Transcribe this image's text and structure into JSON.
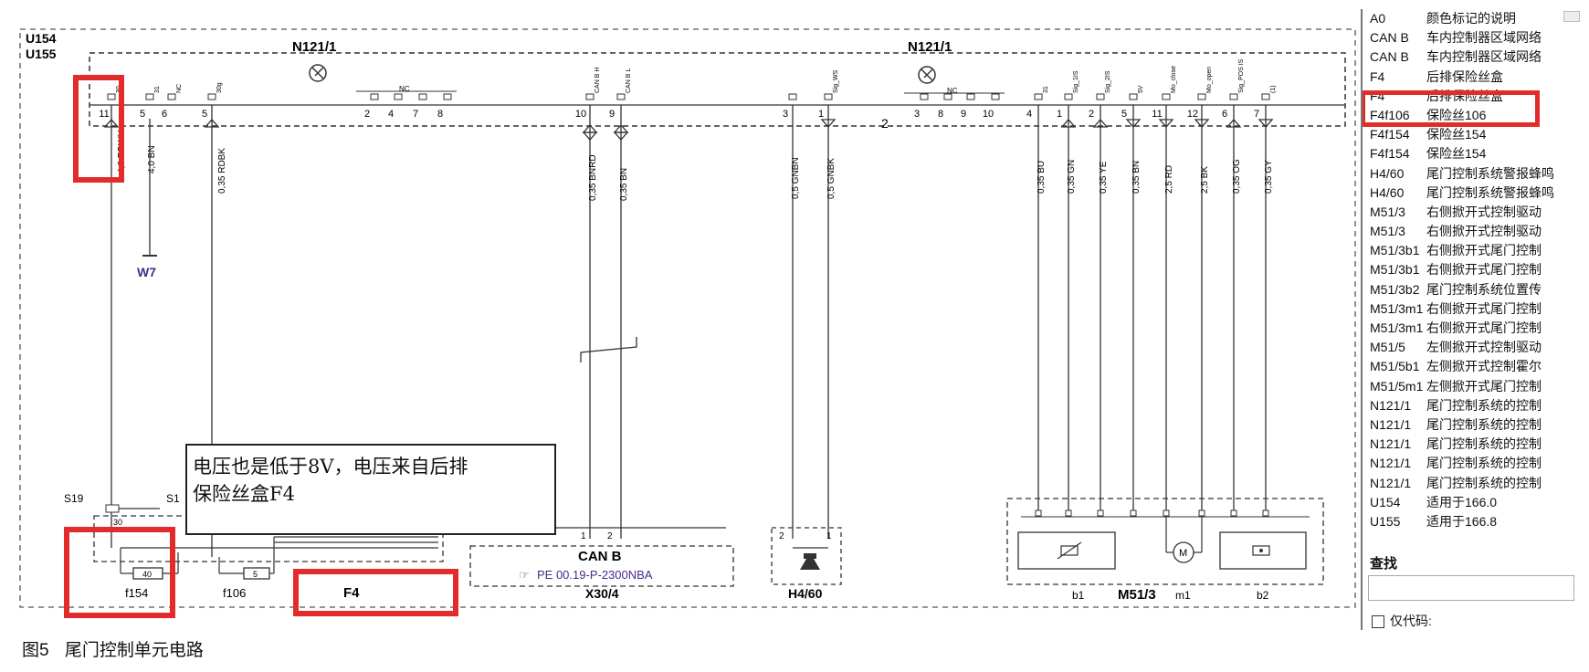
{
  "diagram": {
    "model_codes": [
      "U154",
      "U155"
    ],
    "modules": [
      {
        "id": "N121/1",
        "label": "N121/1"
      },
      {
        "id": "N121/1b",
        "label": "N121/1"
      }
    ],
    "left_pins": [
      {
        "pin": "11",
        "signal": "30",
        "wire": "4,0 RDWH"
      },
      {
        "pin": "5",
        "signal": "31",
        "wire": "4,0 BN"
      },
      {
        "pin": "6",
        "signal": "NC",
        "wire": ""
      },
      {
        "pin": "5",
        "signal": "30g",
        "wire": "0,35 RDBK"
      }
    ],
    "nc_pins_left": [
      "2",
      "4",
      "7",
      "8"
    ],
    "nc_label": "NC",
    "can_pins": [
      {
        "pin": "10",
        "signal": "CAN B H",
        "wire": "0,35 BNRD"
      },
      {
        "pin": "9",
        "signal": "CAN B L",
        "wire": "0,35 BN"
      }
    ],
    "h460_pins": [
      {
        "pin": "3",
        "signal": "",
        "wire": "0,5 GNBN"
      },
      {
        "pin": "1",
        "signal": "Sig_WS",
        "wire": "0,5 GNBK"
      }
    ],
    "connector_2_label": "2",
    "nc_pins_right": [
      "3",
      "8",
      "9",
      "10"
    ],
    "right_pins": [
      {
        "pin": "4",
        "signal": "31",
        "wire": "0,35 BU"
      },
      {
        "pin": "1",
        "signal": "Sig_1IS",
        "wire": "0,35 GN"
      },
      {
        "pin": "2",
        "signal": "Sig_2IS",
        "wire": "0,35 YE"
      },
      {
        "pin": "5",
        "signal": "5V",
        "wire": "0,35 BN"
      },
      {
        "pin": "11",
        "signal": "Mo_close",
        "wire": "2,5 RD"
      },
      {
        "pin": "12",
        "signal": "Mo_open",
        "wire": "2,5 BK"
      },
      {
        "pin": "6",
        "signal": "Sig_POS IS",
        "wire": "0,35 OG"
      },
      {
        "pin": "7",
        "signal": "(1)",
        "wire": "0,35 GY"
      }
    ],
    "ground_label": "W7",
    "splices": [
      "S19",
      "S1"
    ],
    "fuse_box_pin": "30",
    "fuses": [
      {
        "name": "f154",
        "rating": "40"
      },
      {
        "name": "f106",
        "rating": "5"
      }
    ],
    "fuse_box_label": "F4",
    "can_connector": {
      "title": "CAN B",
      "ref": "PE 00.19-P-2300NBA",
      "name": "X30/4",
      "pins": [
        "1",
        "2"
      ]
    },
    "h460_component": {
      "name": "H4/60",
      "pins": [
        "2",
        "1"
      ]
    },
    "m513_component": {
      "name": "M51/3",
      "sub": [
        "b1",
        "m1",
        "b2"
      ],
      "motor_symbol": "M"
    }
  },
  "callout": {
    "line1": "电压也是低于8V，电压来自后排",
    "line2": "保险丝盒F4"
  },
  "sidebar": {
    "items": [
      {
        "code": "A0",
        "desc": "颜色标记的说明"
      },
      {
        "code": "CAN B",
        "desc": "车内控制器区域网络"
      },
      {
        "code": "CAN B",
        "desc": "车内控制器区域网络"
      },
      {
        "code": "F4",
        "desc": "后排保险丝盒"
      },
      {
        "code": "F4",
        "desc": "后排保险丝盒"
      },
      {
        "code": "F4f106",
        "desc": "保险丝106"
      },
      {
        "code": "F4f154",
        "desc": "保险丝154"
      },
      {
        "code": "F4f154",
        "desc": "保险丝154"
      },
      {
        "code": "H4/60",
        "desc": "尾门控制系统警报蜂鸣"
      },
      {
        "code": "H4/60",
        "desc": "尾门控制系统警报蜂鸣"
      },
      {
        "code": "M51/3",
        "desc": "右侧掀开式控制驱动"
      },
      {
        "code": "M51/3",
        "desc": "右侧掀开式控制驱动"
      },
      {
        "code": "M51/3b1",
        "desc": "右侧掀开式尾门控制"
      },
      {
        "code": "M51/3b1",
        "desc": "右侧掀开式尾门控制"
      },
      {
        "code": "M51/3b2",
        "desc": "尾门控制系统位置传"
      },
      {
        "code": "M51/3m1",
        "desc": "右侧掀开式尾门控制"
      },
      {
        "code": "M51/3m1",
        "desc": "右侧掀开式尾门控制"
      },
      {
        "code": "M51/5",
        "desc": "左侧掀开式控制驱动"
      },
      {
        "code": "M51/5b1",
        "desc": "左侧掀开式控制霍尔"
      },
      {
        "code": "M51/5m1",
        "desc": "左侧掀开式尾门控制"
      },
      {
        "code": "N121/1",
        "desc": "尾门控制系统的控制"
      },
      {
        "code": "N121/1",
        "desc": "尾门控制系统的控制"
      },
      {
        "code": "N121/1",
        "desc": "尾门控制系统的控制"
      },
      {
        "code": "N121/1",
        "desc": "尾门控制系统的控制"
      },
      {
        "code": "N121/1",
        "desc": "尾门控制系统的控制"
      },
      {
        "code": "U154",
        "desc": "适用于166.0"
      },
      {
        "code": "U155",
        "desc": "适用于166.8"
      }
    ],
    "search_label": "查找",
    "checkbox_label": "仅代码:"
  },
  "caption": {
    "number": "图5",
    "title": "尾门控制单元电路"
  },
  "colors": {
    "highlight": "#e32b2b",
    "line": "#333333",
    "purple_text": "#4b2a8c"
  }
}
